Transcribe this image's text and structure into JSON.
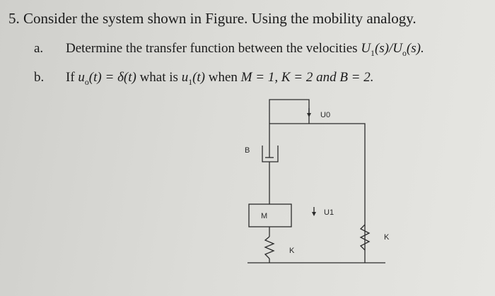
{
  "question": {
    "number": "5.",
    "title": "Consider the system shown in Figure. Using the mobility analogy.",
    "part_a": {
      "label": "a.",
      "text_before": "Determine the transfer function between the velocities ",
      "u1": "U",
      "u1_sub": "1",
      "u1_arg": "(s)/",
      "u0": "U",
      "u0_sub": "o",
      "u0_arg": "(s)."
    },
    "part_b": {
      "label": "b.",
      "if": "If ",
      "uo": "u",
      "uo_sub": "o",
      "uo_arg": "(t) = ",
      "delta": "δ(t)",
      "what_is": " what is ",
      "u1": "u",
      "u1_sub": "1",
      "u1_arg": "(t)",
      "when": " when ",
      "params": "M = 1, K = 2 and B = 2."
    }
  },
  "figure": {
    "u0_label": "U0",
    "u1_label": "U1",
    "b_label": "B",
    "m_label": "M",
    "k_left_label": "K",
    "k_right_label": "K"
  }
}
